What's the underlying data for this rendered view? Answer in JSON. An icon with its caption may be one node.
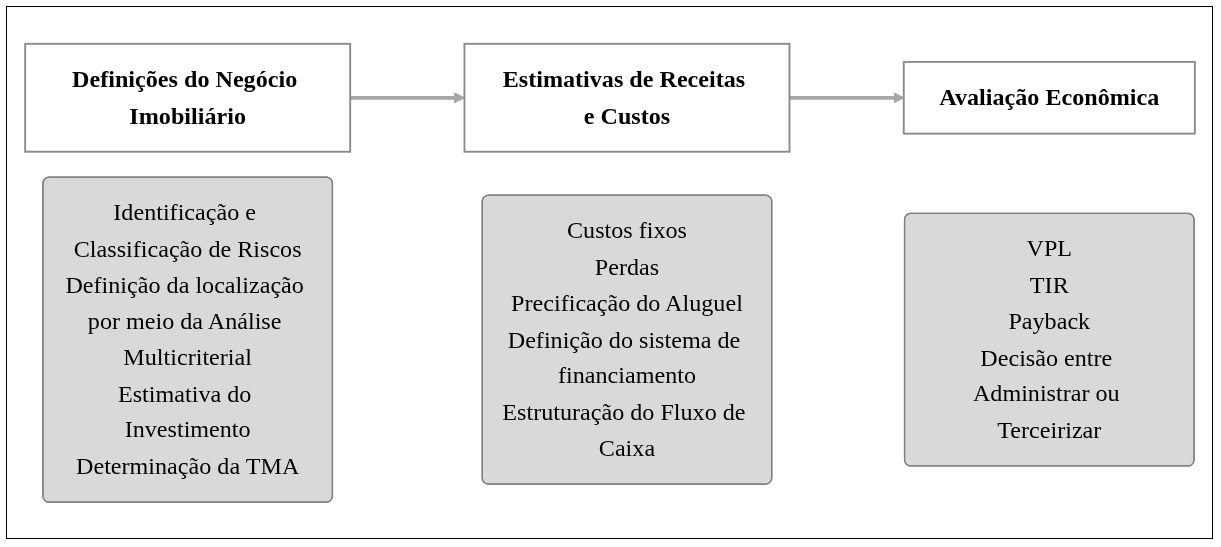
{
  "diagram": {
    "nodes": [
      {
        "text": [
          "Definições do Negócio Imobiliário"
        ]
      },
      {
        "text": [
          "Identificação e Classificação de Riscos",
          "Definição da localização por meio da Análise Multicriterial",
          "Estimativa do Investimento",
          "Determinação da TMA"
        ]
      },
      {
        "text": [
          "Estimativas de Receitas e Custos"
        ]
      },
      {
        "text": [
          "Custos fixos",
          "Perdas",
          "Precificação do Aluguel",
          "Definição do sistema de financiamento",
          "Estruturação do Fluxo de Caixa"
        ]
      },
      {
        "text": [
          "Avaliação Econômica"
        ]
      },
      {
        "text": [
          "VPL",
          "TIR",
          "Payback",
          "Decisão entre Administrar ou Terceirizar"
        ]
      }
    ],
    "edges": [
      {
        "from": 0,
        "to": 2,
        "arrow": "to"
      },
      {
        "from": 2,
        "to": 4,
        "arrow": "to"
      }
    ]
  }
}
